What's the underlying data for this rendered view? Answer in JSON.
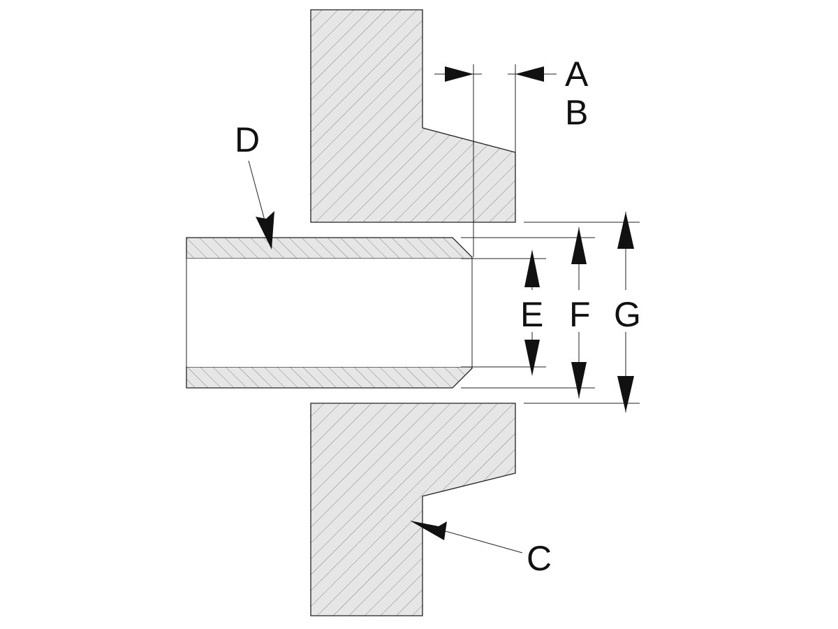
{
  "colors": {
    "fill": "#e6e6e6",
    "hatch": "#7a7a7a",
    "line": "#222222",
    "background": "#ffffff"
  },
  "labels": {
    "a": "A",
    "b": "B",
    "c": "C",
    "d": "D",
    "e": "E",
    "f": "F",
    "g": "G"
  }
}
